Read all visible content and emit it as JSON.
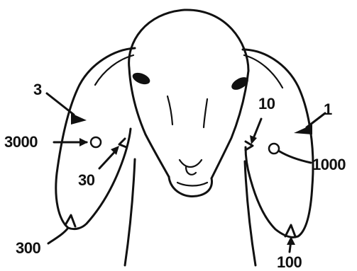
{
  "diagram": {
    "labels": {
      "left_top": "3",
      "left_hole": "3000",
      "left_notch_mid": "30",
      "left_bottom": "300",
      "right_notch_mid": "10",
      "right_top": "1",
      "right_hole": "1000",
      "right_bottom": "100"
    },
    "colors": {
      "ink": "#111111",
      "background": "#ffffff"
    }
  }
}
